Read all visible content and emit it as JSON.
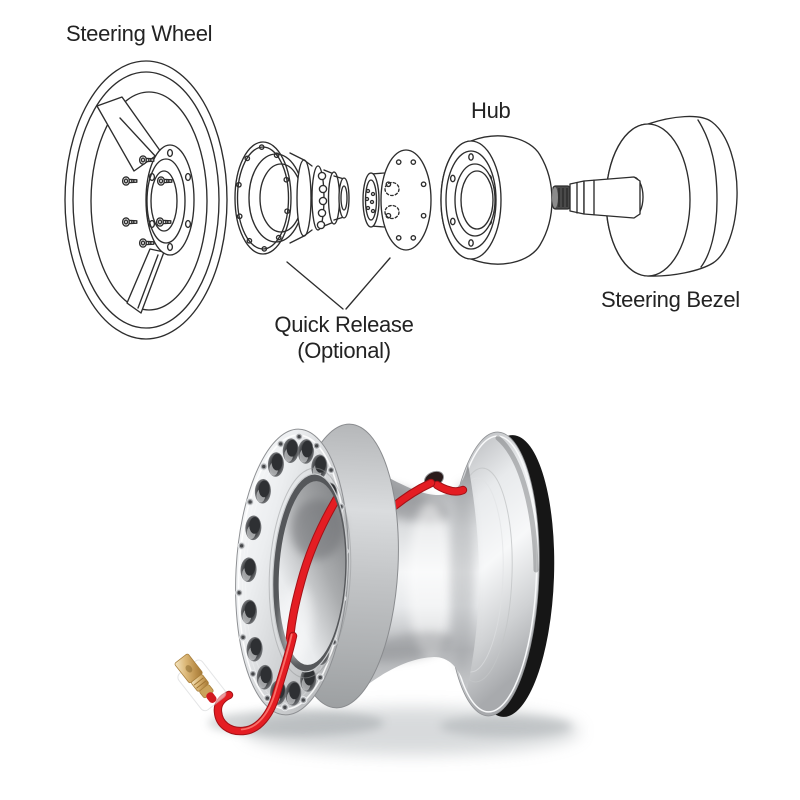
{
  "page": {
    "background": "#ffffff"
  },
  "diagram": {
    "labels": {
      "steering_wheel": "Steering Wheel",
      "hub": "Hub",
      "quick_release_line1": "Quick Release",
      "quick_release_line2": "(Optional)",
      "steering_bezel": "Steering Bezel"
    }
  },
  "photo": {
    "icons": [
      "hub-adapter-photo",
      "red-horn-wire",
      "spade-connector",
      "horn-contact-ring"
    ]
  },
  "colors": {
    "background": "#ffffff",
    "diagram_line": "#2d2d2d",
    "label_text": "#232323",
    "wire_red": "#e41d23",
    "wire_red_dark": "#a31116",
    "connector_brass": "#d8b678",
    "connector_brass_dark": "#a9803d",
    "horn_ring_black": "#161616",
    "aluminum_bright": "#f4f5f6",
    "aluminum_mid": "#c7c9cb",
    "aluminum_dark": "#8f9194"
  }
}
